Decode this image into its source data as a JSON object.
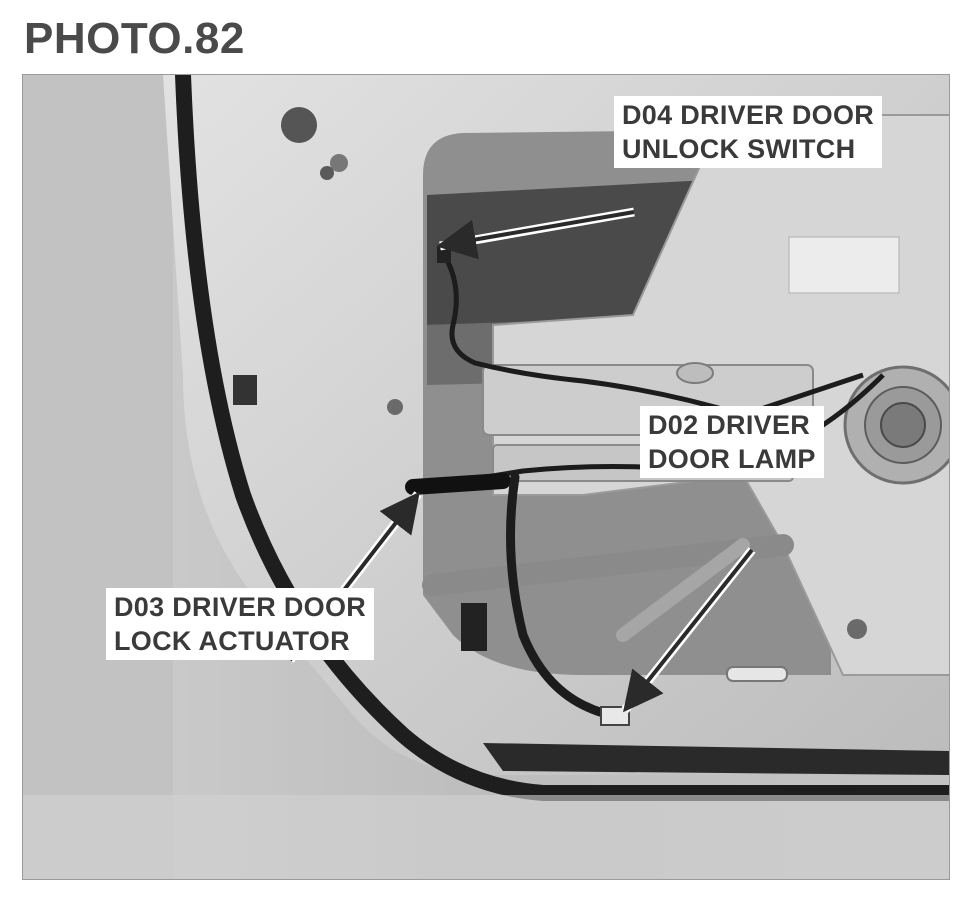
{
  "title": "PHOTO.82",
  "callouts": {
    "d04": {
      "line1": "D04 DRIVER DOOR",
      "line2": "UNLOCK SWITCH"
    },
    "d02": {
      "line1": "D02 DRIVER",
      "line2": "DOOR LAMP"
    },
    "d03": {
      "line1": "D03 DRIVER DOOR",
      "line2": "LOCK ACTUATOR"
    }
  },
  "colors": {
    "title": "#4a4a4a",
    "label_text": "#3a3a3a",
    "label_background": "#ffffff",
    "arrow": "#2a2a2a"
  }
}
